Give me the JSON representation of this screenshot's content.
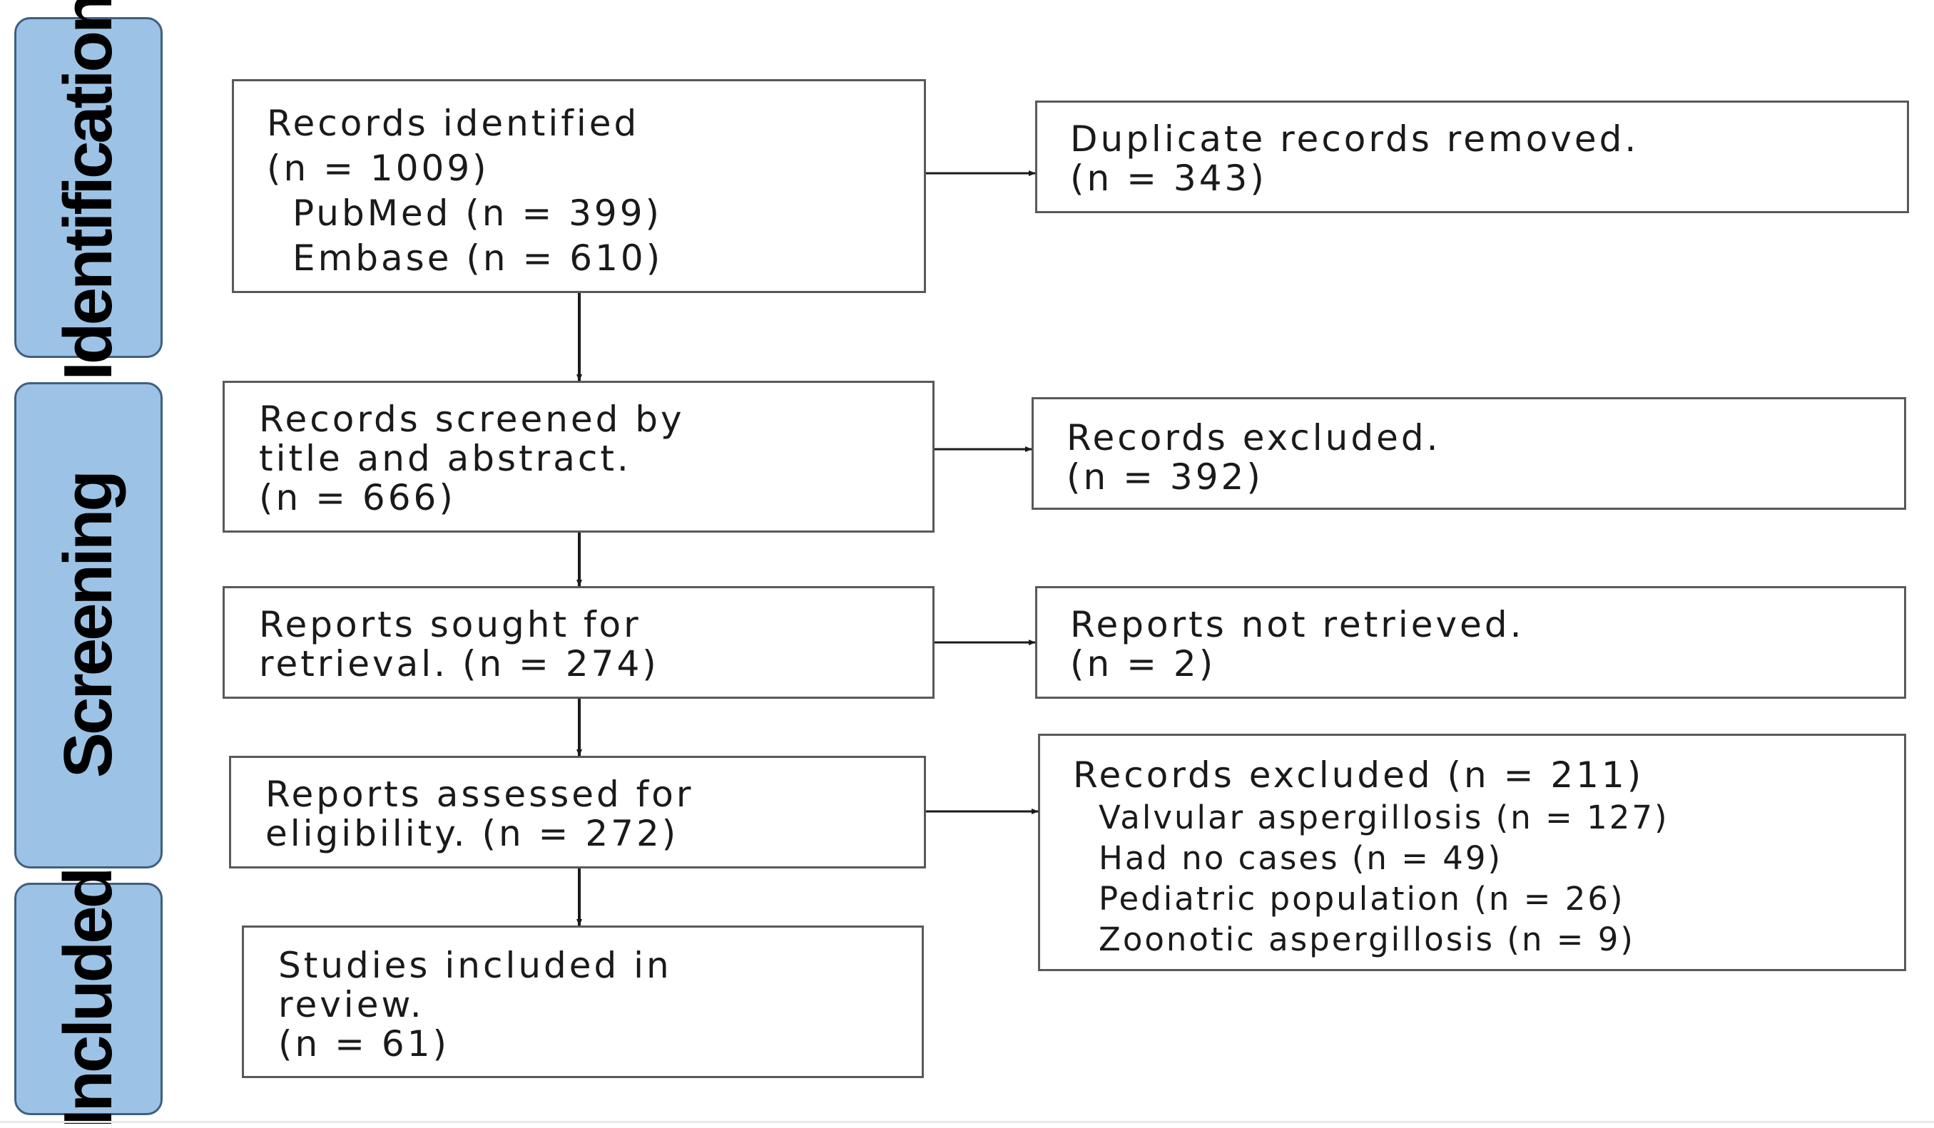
{
  "phases": {
    "identification": "Identification",
    "screening": "Screening",
    "included": "Included"
  },
  "boxes": {
    "records_identified": [
      "Records identified",
      "(n = 1009)",
      "PubMed (n = 399)",
      "Embase (n = 610)"
    ],
    "duplicates_removed": [
      "Duplicate records removed.",
      "(n = 343)"
    ],
    "records_screened": [
      "Records screened by",
      "title and abstract.",
      "(n = 666)"
    ],
    "records_excluded": [
      "Records excluded.",
      "(n = 392)"
    ],
    "reports_sought": [
      "Reports sought for",
      "retrieval. (n = 274)"
    ],
    "reports_not_retrieved": [
      "Reports not retrieved.",
      "(n = 2)"
    ],
    "reports_assessed": [
      "Reports assessed for",
      "eligibility. (n = 272)"
    ],
    "reports_excluded": [
      "Records excluded (n = 211)",
      "Valvular aspergillosis (n = 127)",
      "Had no cases (n = 49)",
      "Pediatric population (n = 26)",
      "Zoonotic aspergillosis (n = 9)"
    ],
    "studies_included": [
      "Studies included in",
      "review.",
      "(n = 61)"
    ]
  },
  "colors": {
    "phase_fill": "#9cc3e6",
    "phase_border": "#3f5f80",
    "box_border": "#595959",
    "connector": "#1a1a1a"
  }
}
